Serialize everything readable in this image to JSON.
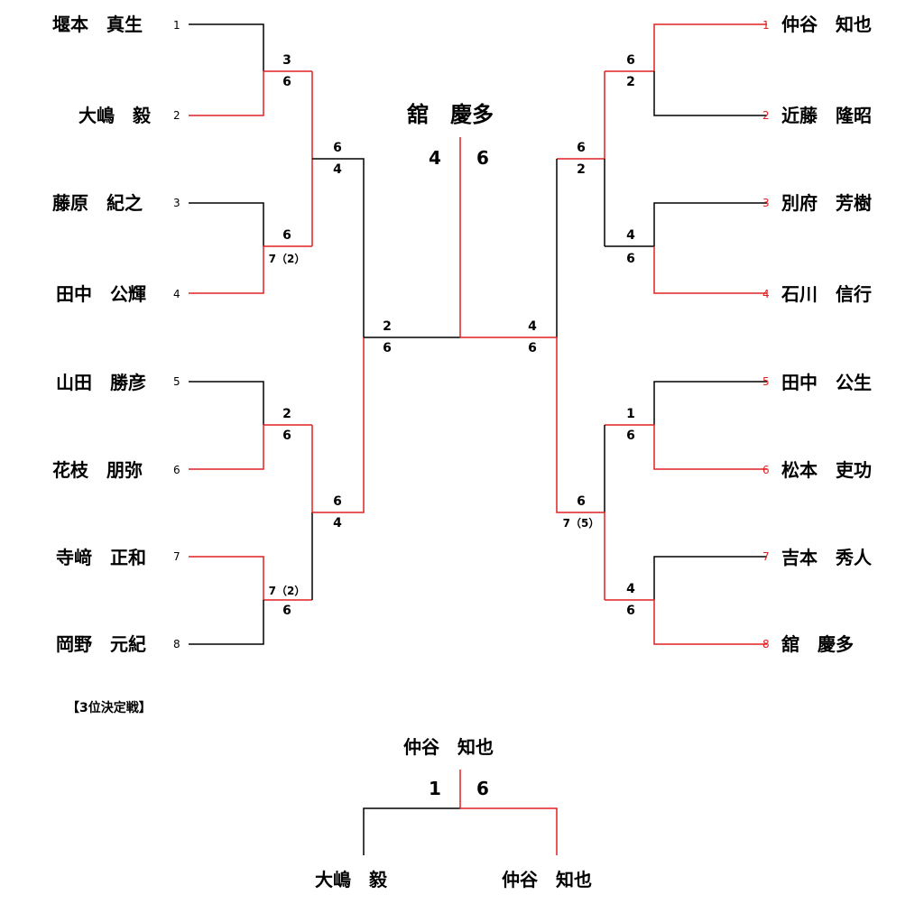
{
  "colors": {
    "winner_line": "#e02020",
    "loser_line": "#000000",
    "red_seed": "#e02020"
  },
  "left": {
    "players": [
      {
        "seed": "1",
        "name": "堰本　真生"
      },
      {
        "seed": "2",
        "name": "大嶋　毅"
      },
      {
        "seed": "3",
        "name": "藤原　紀之"
      },
      {
        "seed": "4",
        "name": "田中　公輝"
      },
      {
        "seed": "5",
        "name": "山田　勝彦"
      },
      {
        "seed": "6",
        "name": "花枝　朋弥"
      },
      {
        "seed": "7",
        "name": "寺﨑　正和"
      },
      {
        "seed": "8",
        "name": "岡野　元紀"
      }
    ],
    "r1": [
      {
        "top": "3",
        "bottom": "6"
      },
      {
        "top": "6",
        "bottom": "7（2）"
      },
      {
        "top": "2",
        "bottom": "6"
      },
      {
        "top": "7（2）",
        "bottom": "6"
      }
    ],
    "r2": [
      {
        "top": "6",
        "bottom": "4"
      },
      {
        "top": "6",
        "bottom": "4"
      }
    ],
    "sf": {
      "top": "2",
      "bottom": "6"
    }
  },
  "right": {
    "players": [
      {
        "seed": "1",
        "name": "仲谷　知也"
      },
      {
        "seed": "2",
        "name": "近藤　隆昭"
      },
      {
        "seed": "3",
        "name": "別府　芳樹"
      },
      {
        "seed": "4",
        "name": "石川　信行"
      },
      {
        "seed": "5",
        "name": "田中　公生"
      },
      {
        "seed": "6",
        "name": "松本　吏功"
      },
      {
        "seed": "7",
        "name": "吉本　秀人"
      },
      {
        "seed": "8",
        "name": "舘　慶多"
      }
    ],
    "r1": [
      {
        "top": "6",
        "bottom": "2"
      },
      {
        "top": "4",
        "bottom": "6"
      },
      {
        "top": "1",
        "bottom": "6"
      },
      {
        "top": "4",
        "bottom": "6"
      }
    ],
    "r2": [
      {
        "top": "6",
        "bottom": "2"
      },
      {
        "top": "6",
        "bottom": "7（5）"
      }
    ],
    "sf": {
      "top": "4",
      "bottom": "6"
    }
  },
  "final": {
    "champion": "舘　慶多",
    "left_score": "4",
    "right_score": "6"
  },
  "third_place": {
    "heading": "【3位決定戦】",
    "winner": "仲谷　知也",
    "left_score": "1",
    "right_score": "6",
    "left_player": "大嶋　毅",
    "right_player": "仲谷　知也"
  }
}
